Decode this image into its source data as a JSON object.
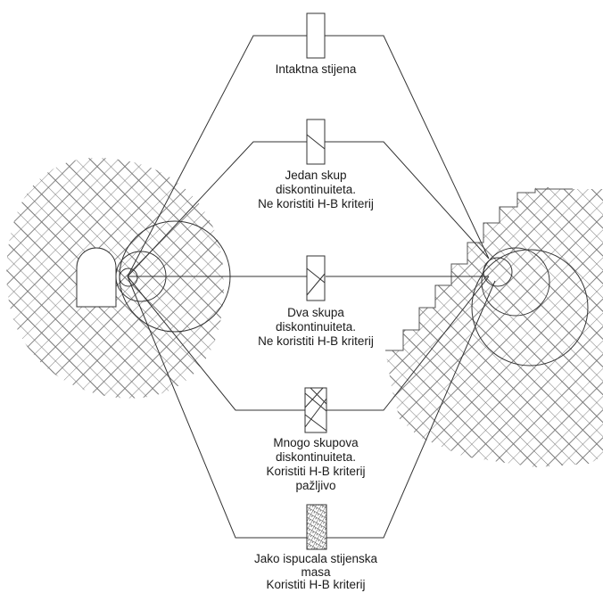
{
  "diagram": {
    "labels": [
      {
        "id": "intact",
        "lines": [
          "Intaktna stijena"
        ]
      },
      {
        "id": "one-set",
        "lines": [
          "Jedan skup",
          "diskontinuiteta.",
          "Ne koristiti H-B kriterij"
        ]
      },
      {
        "id": "two-sets",
        "lines": [
          "Dva skupa",
          "diskontinuiteta.",
          "Ne koristiti H-B kriterij"
        ]
      },
      {
        "id": "many-sets",
        "lines": [
          "Mnogo skupova",
          "diskontinuiteta.",
          "Koristiti H-B kriterij",
          "pažljivo"
        ]
      },
      {
        "id": "heavily-jointed",
        "lines": [
          "Jako ispucala stijenska",
          "masa",
          "Koristiti H-B kriterij"
        ]
      }
    ]
  }
}
